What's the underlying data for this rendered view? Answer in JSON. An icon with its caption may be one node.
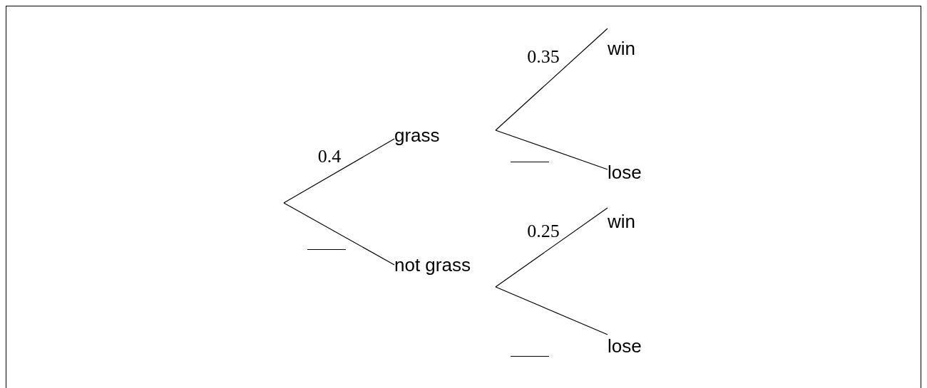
{
  "diagram": {
    "nodes": [
      {
        "text": [
          "grass"
        ]
      },
      {
        "text": [
          "not grass"
        ]
      },
      {
        "text": [
          "win"
        ]
      },
      {
        "text": [
          "lose"
        ]
      },
      {
        "text": [
          "win"
        ]
      },
      {
        "text": [
          "lose"
        ]
      }
    ],
    "edges": [
      {
        "from": null,
        "to": 0,
        "arrow": "none",
        "label": "0.4"
      },
      {
        "from": null,
        "to": 1,
        "arrow": "none"
      },
      {
        "from": 0,
        "to": 2,
        "arrow": "none",
        "label": "0.35"
      },
      {
        "from": 0,
        "to": 3,
        "arrow": "none"
      },
      {
        "from": 1,
        "to": 4,
        "arrow": "none",
        "label": "0.25"
      },
      {
        "from": 1,
        "to": 5,
        "arrow": "none"
      }
    ]
  }
}
